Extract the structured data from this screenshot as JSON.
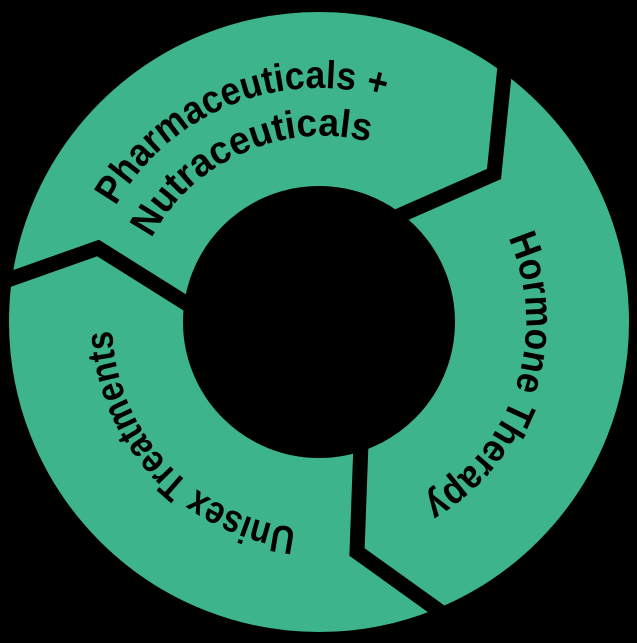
{
  "diagram": {
    "type": "cycle-diagram",
    "direction": "clockwise",
    "background_color": "#000000",
    "segment_color": "#3eb48c",
    "text_color": "#000000",
    "separator_style": "chevron-gap",
    "segments": [
      {
        "id": "pharmaceuticals-nutraceuticals",
        "label": "Pharmaceuticals + Nutraceuticals",
        "lines": [
          "Pharmaceuticals +",
          "Nutraceuticals"
        ],
        "position": "top"
      },
      {
        "id": "hormone-therapy",
        "label": "Hormone Therapy",
        "lines": [
          "Hormone Therapy"
        ],
        "position": "right"
      },
      {
        "id": "unisex-treatments",
        "label": "Unisex Treatments",
        "lines": [
          "Unisex Treatments"
        ],
        "position": "bottom-left"
      }
    ]
  }
}
